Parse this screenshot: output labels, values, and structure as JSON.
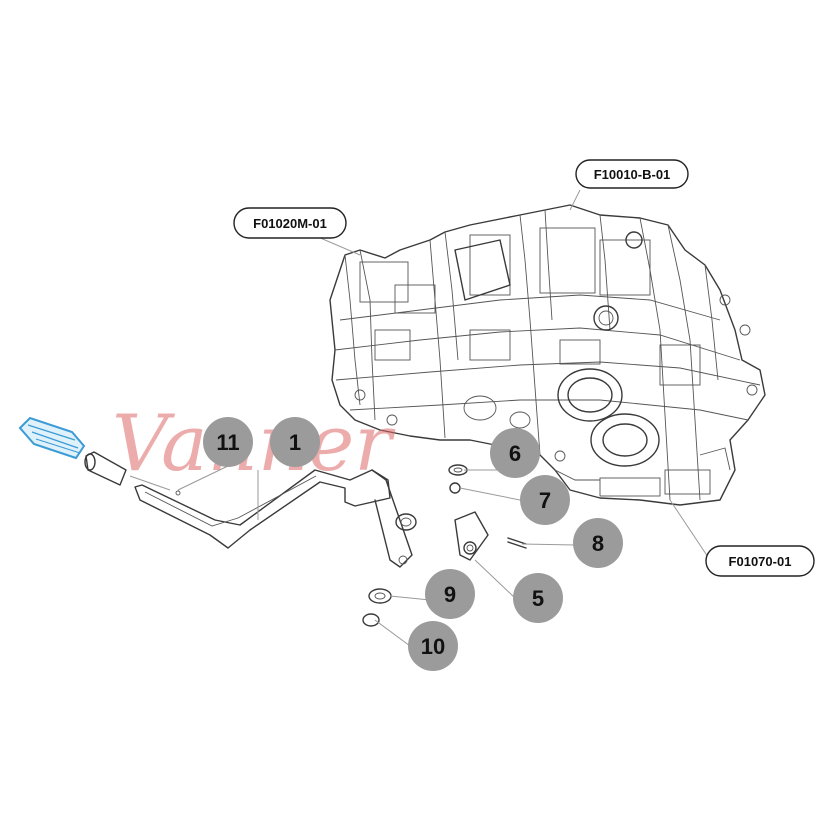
{
  "watermark": "Vanner",
  "part_labels": [
    {
      "id": "F10010",
      "text": "F10010-B-01"
    },
    {
      "id": "F01020",
      "text": "F01020M-01"
    },
    {
      "id": "F01070",
      "text": "F01070-01"
    }
  ],
  "callouts": [
    {
      "id": "c11",
      "text": "11"
    },
    {
      "id": "c1",
      "text": "1"
    },
    {
      "id": "c6",
      "text": "6"
    },
    {
      "id": "c7",
      "text": "7"
    },
    {
      "id": "c8",
      "text": "8"
    },
    {
      "id": "c9",
      "text": "9"
    },
    {
      "id": "c5",
      "text": "5"
    },
    {
      "id": "c10",
      "text": "10"
    }
  ],
  "colors": {
    "callout_fill": "#9b9b9b",
    "watermark": "#e06a6a",
    "highlight_part": "#3a9bd5",
    "line": "#3a3a3a"
  }
}
